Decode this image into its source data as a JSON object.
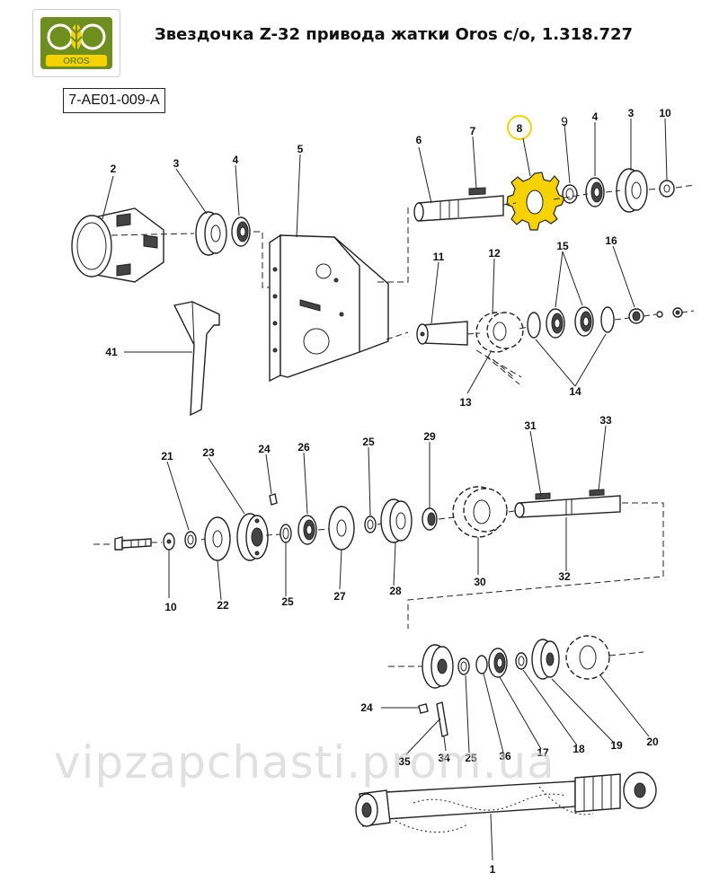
{
  "header": {
    "title": "Звездочка Z-32 привода жатки Oros c/o, 1.318.727",
    "doc_code": "7-AE01-009-A",
    "logo_text": "OROS"
  },
  "watermark": "vipzapchasti.prom.ua",
  "highlight_color": "#f5d200",
  "brand_color": "#6e8f1d",
  "part_labels": {
    "p1": "1",
    "p2": "2",
    "p3a": "3",
    "p3b": "3",
    "p4a": "4",
    "p4b": "4",
    "p5": "5",
    "p6": "6",
    "p7": "7",
    "p8": "8",
    "p9": "9",
    "p10a": "10",
    "p10b": "10",
    "p11": "11",
    "p12": "12",
    "p13": "13",
    "p14": "14",
    "p15": "15",
    "p16": "16",
    "p17": "17",
    "p18": "18",
    "p19": "19",
    "p20": "20",
    "p21": "21",
    "p22": "22",
    "p23": "23",
    "p24a": "24",
    "p24b": "24",
    "p25a": "25",
    "p25b": "25",
    "p25c": "25",
    "p26": "26",
    "p27": "27",
    "p28": "28",
    "p29": "29",
    "p30": "30",
    "p31": "31",
    "p32": "32",
    "p33": "33",
    "p34": "34",
    "p35": "35",
    "p36": "36",
    "p41": "41"
  }
}
